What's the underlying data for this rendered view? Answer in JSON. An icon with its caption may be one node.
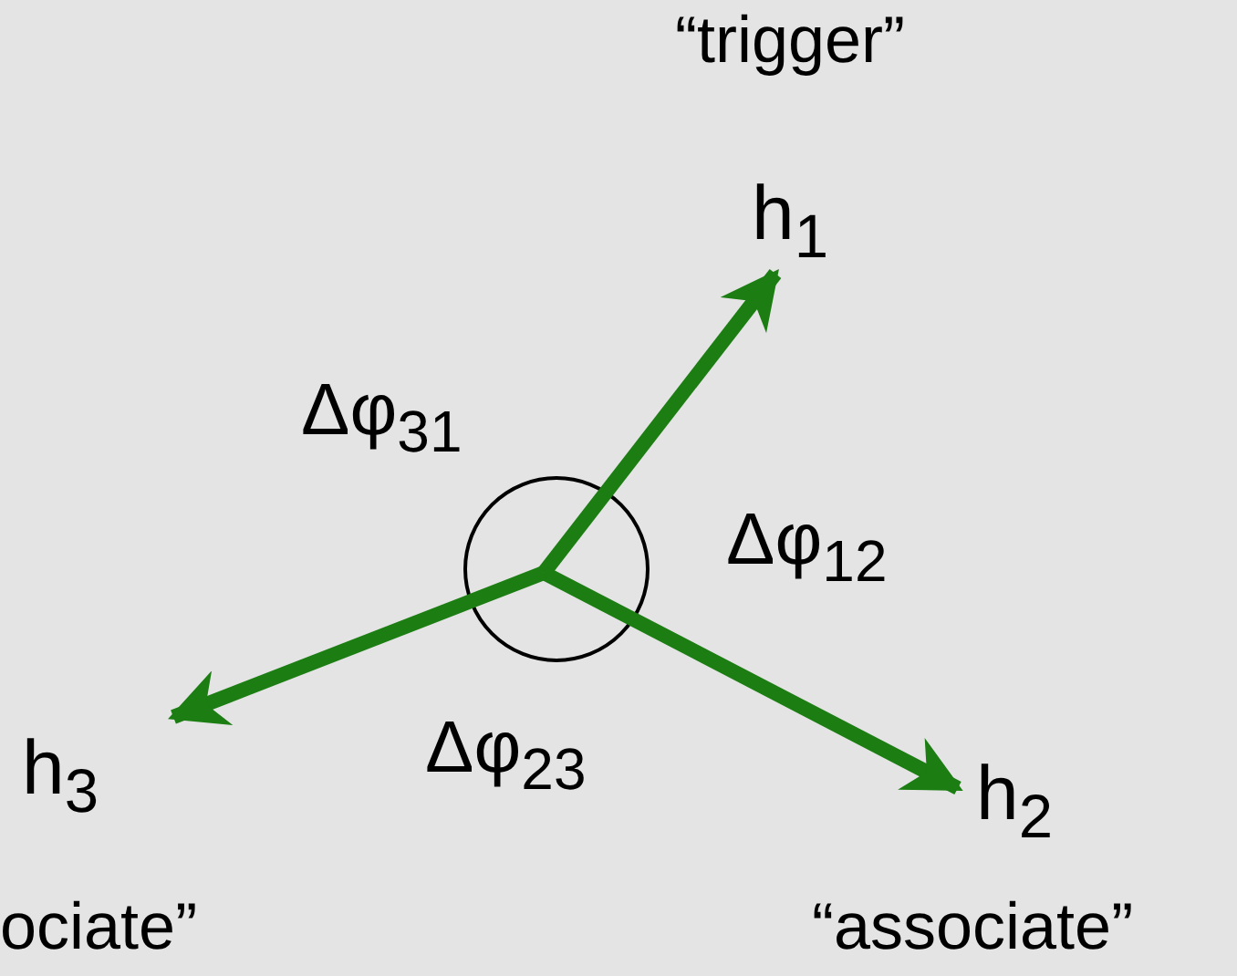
{
  "diagram": {
    "nodes": [
      {
        "text": [
          "h$_{1}$"
        ],
        "beside": [
          "“trigger”"
        ]
      },
      {
        "text": [
          "h$_{2}$"
        ],
        "beside": [
          "“associate”"
        ]
      },
      {
        "text": [
          "h$_{3}$"
        ],
        "beside": [
          "ociate”"
        ]
      },
      {
        "text": [],
        "shape": "circle"
      }
    ],
    "edges": [
      {
        "from": 3,
        "to": 0,
        "arrow": "to"
      },
      {
        "from": 3,
        "to": 1,
        "arrow": "to"
      },
      {
        "from": 3,
        "to": 2,
        "arrow": "to"
      }
    ],
    "labels": [
      "Δφ$_{31}$",
      "Δφ$_{12}$",
      "Δφ$_{23}$"
    ]
  }
}
